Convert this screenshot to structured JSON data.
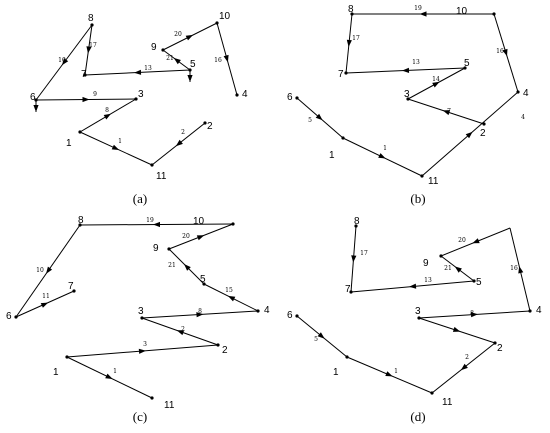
{
  "panels": [
    {
      "caption": "(a)",
      "nodes": [
        {
          "id": "1",
          "label": "1"
        },
        {
          "id": "2",
          "label": "2"
        },
        {
          "id": "3",
          "label": "3"
        },
        {
          "id": "4",
          "label": "4"
        },
        {
          "id": "5",
          "label": "5"
        },
        {
          "id": "6",
          "label": "6"
        },
        {
          "id": "7",
          "label": "7"
        },
        {
          "id": "8",
          "label": "8"
        },
        {
          "id": "9",
          "label": "9"
        },
        {
          "id": "10",
          "label": "10"
        },
        {
          "id": "11",
          "label": "11"
        }
      ],
      "edges": [
        {
          "from": "1",
          "to": "11",
          "label": "1"
        },
        {
          "from": "2",
          "to": "11",
          "label": "2"
        },
        {
          "from": "1",
          "to": "3",
          "label": "8"
        },
        {
          "from": "6",
          "to": "3",
          "label": "9"
        },
        {
          "from": "8",
          "to": "6",
          "label": "10"
        },
        {
          "from": "8",
          "to": "7",
          "label": "17"
        },
        {
          "from": "5",
          "to": "7",
          "label": "13"
        },
        {
          "from": "9",
          "to": "10",
          "label": "20"
        },
        {
          "from": "5",
          "to": "9",
          "label": "21"
        },
        {
          "from": "10",
          "to": "4",
          "label": "16"
        }
      ]
    },
    {
      "caption": "(b)",
      "nodes": [
        {
          "id": "1",
          "label": "1"
        },
        {
          "id": "2",
          "label": "2"
        },
        {
          "id": "3",
          "label": "3"
        },
        {
          "id": "4",
          "label": "4"
        },
        {
          "id": "5",
          "label": "5"
        },
        {
          "id": "6",
          "label": "6"
        },
        {
          "id": "7",
          "label": "7"
        },
        {
          "id": "8",
          "label": "8"
        },
        {
          "id": "10",
          "label": "10"
        },
        {
          "id": "11",
          "label": "11"
        }
      ],
      "edges": [
        {
          "from": "6",
          "to": "1",
          "label": "5"
        },
        {
          "from": "1",
          "to": "11",
          "label": "1"
        },
        {
          "from": "11",
          "to": "4",
          "label": "4"
        },
        {
          "from": "10",
          "to": "4",
          "label": "16"
        },
        {
          "from": "10",
          "to": "8",
          "label": "19"
        },
        {
          "from": "8",
          "to": "7",
          "label": "17"
        },
        {
          "from": "5",
          "to": "7",
          "label": "13"
        },
        {
          "from": "3",
          "to": "5",
          "label": "14"
        },
        {
          "from": "2",
          "to": "3",
          "label": "7"
        }
      ]
    },
    {
      "caption": "(c)",
      "nodes": [
        {
          "id": "1",
          "label": "1"
        },
        {
          "id": "2",
          "label": "2"
        },
        {
          "id": "3",
          "label": "3"
        },
        {
          "id": "4",
          "label": "4"
        },
        {
          "id": "5",
          "label": "5"
        },
        {
          "id": "6",
          "label": "6"
        },
        {
          "id": "7",
          "label": "7"
        },
        {
          "id": "8",
          "label": "8"
        },
        {
          "id": "9",
          "label": "9"
        },
        {
          "id": "10",
          "label": "10"
        },
        {
          "id": "11",
          "label": "11"
        }
      ],
      "edges": [
        {
          "from": "1",
          "to": "11",
          "label": "1"
        },
        {
          "from": "1",
          "to": "2",
          "label": "3"
        },
        {
          "from": "2",
          "to": "3",
          "label": "2"
        },
        {
          "from": "3",
          "to": "4",
          "label": "8"
        },
        {
          "from": "4",
          "to": "5",
          "label": "15"
        },
        {
          "from": "5",
          "to": "9",
          "label": "21"
        },
        {
          "from": "9",
          "to": "10",
          "label": "20"
        },
        {
          "from": "10",
          "to": "8",
          "label": "19"
        },
        {
          "from": "8",
          "to": "6",
          "label": "10"
        },
        {
          "from": "6",
          "to": "7",
          "label": "11"
        }
      ]
    },
    {
      "caption": "(d)",
      "nodes": [
        {
          "id": "1",
          "label": "1"
        },
        {
          "id": "2",
          "label": "2"
        },
        {
          "id": "3",
          "label": "3"
        },
        {
          "id": "4",
          "label": "4"
        },
        {
          "id": "5",
          "label": "5"
        },
        {
          "id": "6",
          "label": "6"
        },
        {
          "id": "7",
          "label": "7"
        },
        {
          "id": "8",
          "label": "8"
        },
        {
          "id": "9",
          "label": "9"
        },
        {
          "id": "11",
          "label": "11"
        }
      ],
      "edges": [
        {
          "from": "6",
          "to": "1",
          "label": "5"
        },
        {
          "from": "1",
          "to": "11",
          "label": "1"
        },
        {
          "from": "2",
          "to": "11",
          "label": "2"
        },
        {
          "from": "3",
          "to": "2",
          "label": ""
        },
        {
          "from": "3",
          "to": "4",
          "label": "8"
        },
        {
          "from": "4",
          "to": "E",
          "label": "16"
        },
        {
          "from": "E",
          "to": "9",
          "label": "20"
        },
        {
          "from": "5",
          "to": "9",
          "label": "21"
        },
        {
          "from": "5",
          "to": "7",
          "label": "13"
        },
        {
          "from": "8",
          "to": "7",
          "label": "17"
        }
      ]
    }
  ]
}
